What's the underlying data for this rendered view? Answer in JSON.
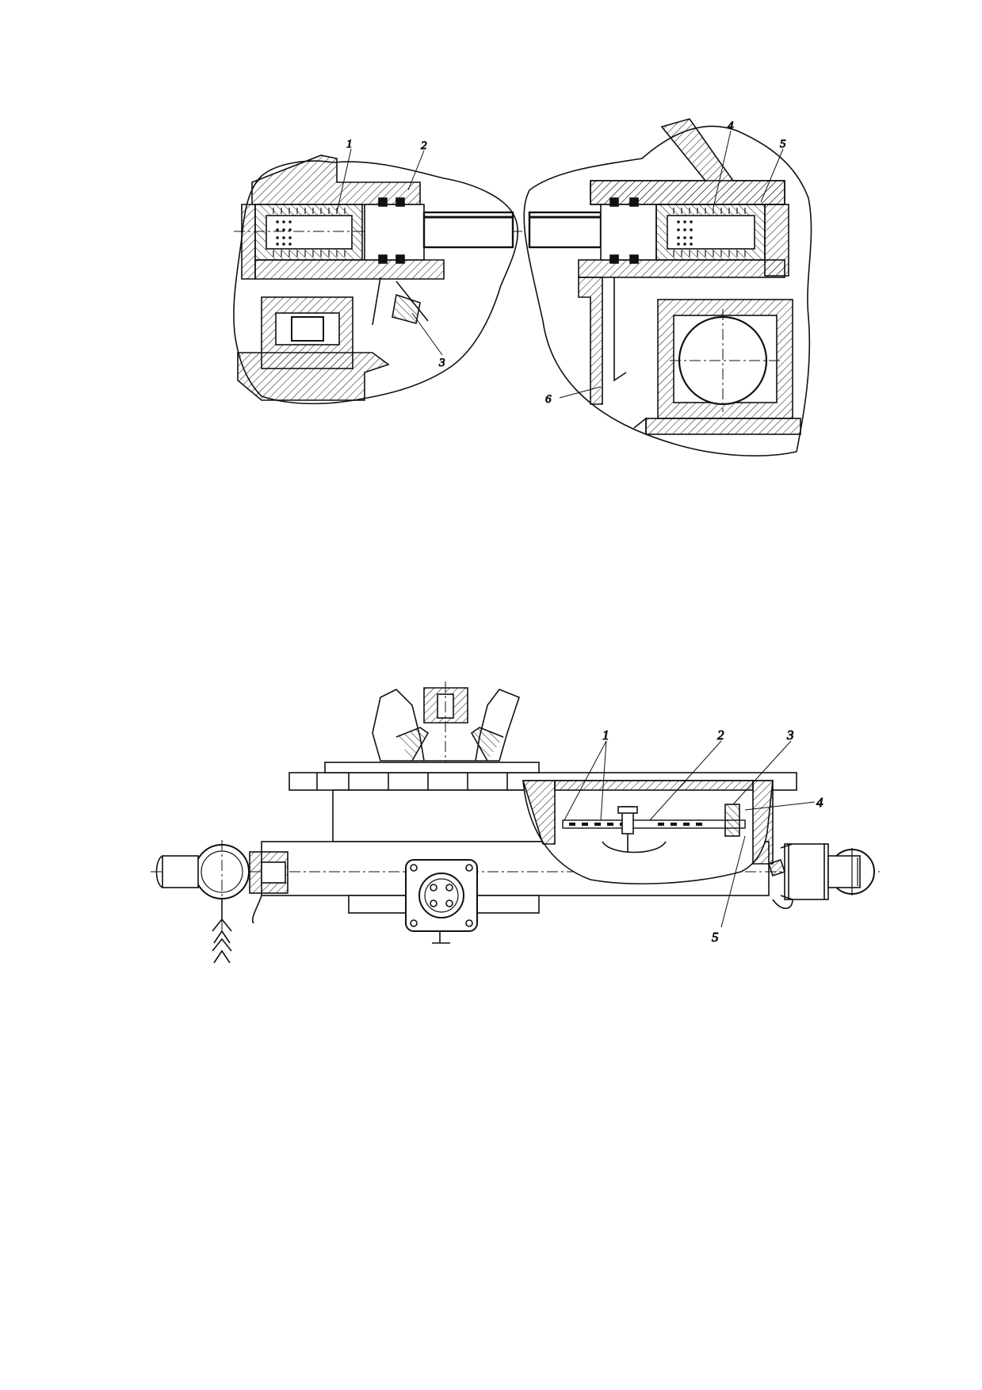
{
  "figures": {
    "top": {
      "callouts": [
        "1",
        "2",
        "3",
        "4",
        "5",
        "6"
      ]
    },
    "bottom": {
      "callouts": [
        "1",
        "2",
        "3",
        "4",
        "5"
      ]
    }
  },
  "colors": {
    "ink": "#111111",
    "paper": "#ffffff"
  }
}
